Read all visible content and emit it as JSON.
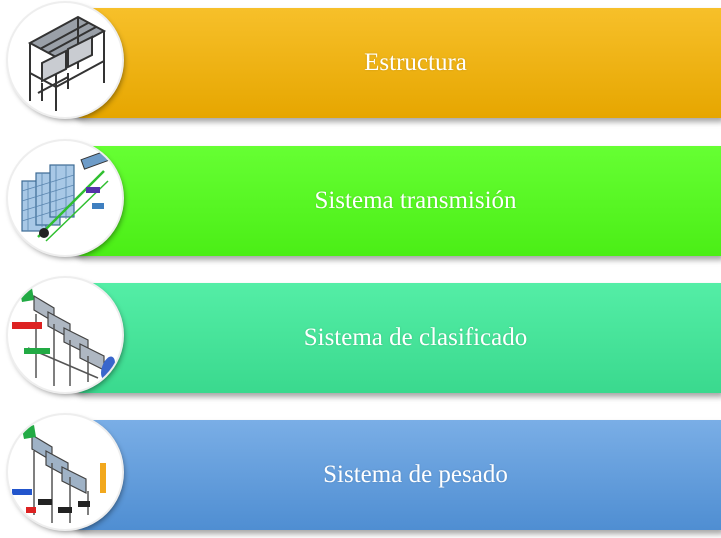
{
  "items": [
    {
      "label": "Estructura",
      "color_top": "#f7c02a",
      "color_bottom": "#e6a600",
      "icon": "frame-structure-icon"
    },
    {
      "label": "Sistema transmisión",
      "color_top": "#66ff33",
      "color_bottom": "#4bee16",
      "icon": "transmission-system-icon"
    },
    {
      "label": "Sistema de clasificado",
      "color_top": "#54eea6",
      "color_bottom": "#3ad98e",
      "icon": "sorting-system-icon"
    },
    {
      "label": "Sistema de pesado",
      "color_top": "#7aaee6",
      "color_bottom": "#4f8ed2",
      "icon": "weighing-system-icon"
    }
  ]
}
